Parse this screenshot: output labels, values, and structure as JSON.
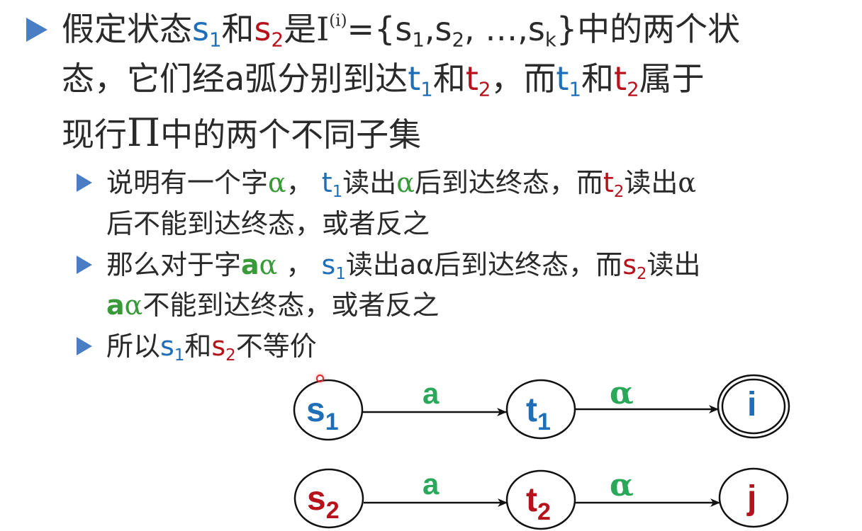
{
  "slide": {
    "main_bullet": {
      "line1": {
        "t1": "假定状态",
        "s1": "s",
        "s1_sub": "1",
        "t2": "和",
        "s2": "s",
        "s2_sub": "2",
        "t3": "是",
        "I": "I",
        "I_sup": "(i)",
        "t4": "={s",
        "t4_sub": "1",
        "t5": ",s",
        "t5_sub": "2",
        "t6": ", …,s",
        "t6_sub": "k",
        "t7": "}中的两个状"
      },
      "line2": {
        "t1": "态，它们经a弧分别到达",
        "tt1": "t",
        "tt1_sub": "1",
        "t2": "和",
        "tt2": "t",
        "tt2_sub": "2",
        "t3": "，而",
        "tt3": "t",
        "tt3_sub": "1",
        "t4": "和",
        "tt4": "t",
        "tt4_sub": "2",
        "t5": "属于"
      },
      "line3": {
        "t1": "现行",
        "pi": "Π",
        "t2": "中的两个不同子集"
      }
    },
    "sub_bullets": [
      {
        "line1": {
          "t1": "说明有一个字",
          "alpha": "α",
          "t2": "，  ",
          "tt": "t",
          "tt_sub": "1",
          "t3": "读出",
          "alpha2": "α",
          "t4": "后到达终态，而",
          "tt2": "t",
          "tt2_sub": "2",
          "t5": "读出",
          "alpha3": "α"
        },
        "line2": "后不能到达终态，或者反之"
      },
      {
        "line1": {
          "t1": "那么对于字",
          "a": "a",
          "alpha": "α",
          "t2": " ，  ",
          "s": "s",
          "s_sub": "1",
          "t3": "读出aα后到达终态，而",
          "s2": "s",
          "s2_sub": "2",
          "t4": "读出"
        },
        "line2": {
          "a": "a",
          "alpha": "α",
          "t1": "不能到达终态，或者反之"
        }
      },
      {
        "line1": {
          "t1": "所以",
          "s1": "s",
          "s1_sub": "1",
          "t2": "和",
          "s2": "s",
          "s2_sub": "2",
          "t3": "不等价"
        }
      }
    ]
  },
  "diagram": {
    "row1": {
      "nodes": [
        {
          "label": "s",
          "sub": "1",
          "color": "#1f6fb8"
        },
        {
          "label": "t",
          "sub": "1",
          "color": "#1f6fb8"
        },
        {
          "label": "i",
          "sub": "",
          "color": "#1f6fb8",
          "final": true
        }
      ],
      "edges": [
        {
          "label": "a",
          "color": "#2aa85a"
        },
        {
          "label": "α",
          "color": "#2aa85a"
        }
      ]
    },
    "row2": {
      "nodes": [
        {
          "label": "s",
          "sub": "2",
          "color": "#b5121b"
        },
        {
          "label": "t",
          "sub": "2",
          "color": "#b5121b"
        },
        {
          "label": "j",
          "sub": "",
          "color": "#b5121b",
          "final": false
        }
      ],
      "edges": [
        {
          "label": "a",
          "color": "#2aa85a"
        },
        {
          "label": "α",
          "color": "#2aa85a"
        }
      ]
    }
  },
  "colors": {
    "bullet": "#4a7ec4",
    "blue": "#1f6fb8",
    "red": "#b5121b",
    "green": "#3a9a3a",
    "text": "#2a2a2a"
  }
}
